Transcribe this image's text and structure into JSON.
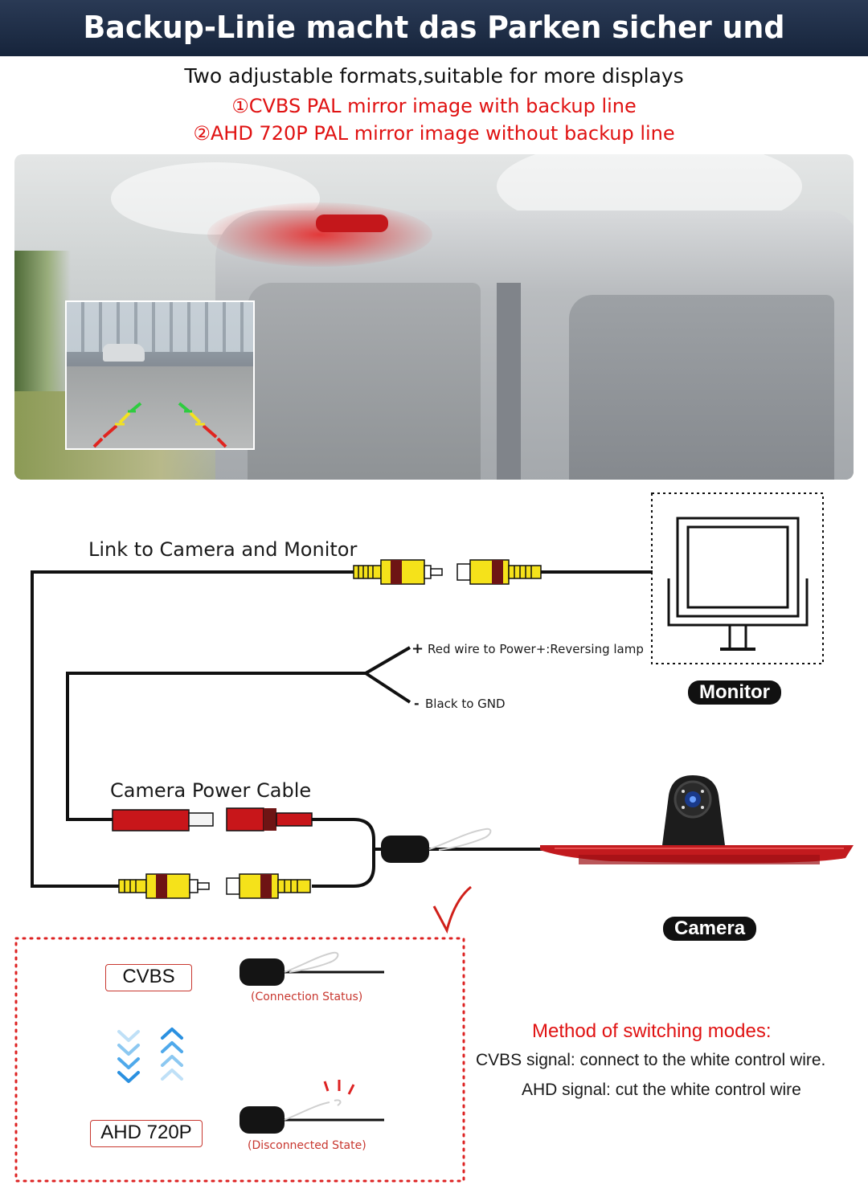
{
  "banner": {
    "title": "Backup-Linie macht das Parken sicher und bequem"
  },
  "formats": {
    "intro": "Two adjustable formats,suitable for more displays",
    "option1": "①CVBS PAL mirror image with backup line",
    "option2": "②AHD 720P PAL mirror image without backup line"
  },
  "diagram": {
    "link_label": "Link to Camera and Monitor",
    "red_wire_sign": "+",
    "red_wire": "Red wire to Power+:Reversing lamp",
    "black_wire_sign": "-",
    "black_wire": "Black to GND",
    "power_cable_label": "Camera Power Cable",
    "monitor_tag": "Monitor",
    "camera_tag": "Camera"
  },
  "switch_box": {
    "cvbs_label": "CVBS",
    "ahd_label": "AHD 720P",
    "connection_status": "(Connection Status)",
    "disconnected_state": "(Disconnected State)"
  },
  "method": {
    "title": "Method of switching modes:",
    "cvbs_prefix": "CVBS",
    "cvbs_text": " signal: connect to the white control wire.",
    "ahd_prefix": "AHD",
    "ahd_text": " signal: cut the white control wire"
  },
  "colors": {
    "banner_bg": "#1c2b44",
    "accent_red": "#e01212",
    "rca_yellow": "#f5e21a",
    "cable_red": "#c8161a",
    "arrow_blue": "#3aa0e8"
  }
}
